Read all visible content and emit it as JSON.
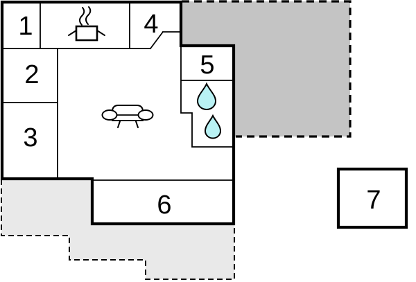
{
  "floorplan": {
    "title": "floor-plan",
    "rooms": {
      "r1": {
        "label": "1"
      },
      "r2": {
        "label": "2"
      },
      "r3": {
        "label": "3"
      },
      "r4": {
        "label": "4"
      },
      "r5": {
        "label": "5"
      },
      "r6": {
        "label": "6"
      },
      "r7": {
        "label": "7"
      }
    },
    "icons": {
      "stove": "stove-icon",
      "sofa": "sofa-icon",
      "water_drop_upper": "water-drop-icon",
      "water_drop_lower": "water-drop-icon"
    },
    "colors": {
      "wall": "#000000",
      "patio_fill": "#c4c4c4",
      "terrace_fill": "#e9e9e9",
      "water_drop_fill": "#b9f2f4",
      "steam_stroke": "#999999",
      "room_fill": "#ffffff",
      "background": "#ffffff"
    }
  }
}
